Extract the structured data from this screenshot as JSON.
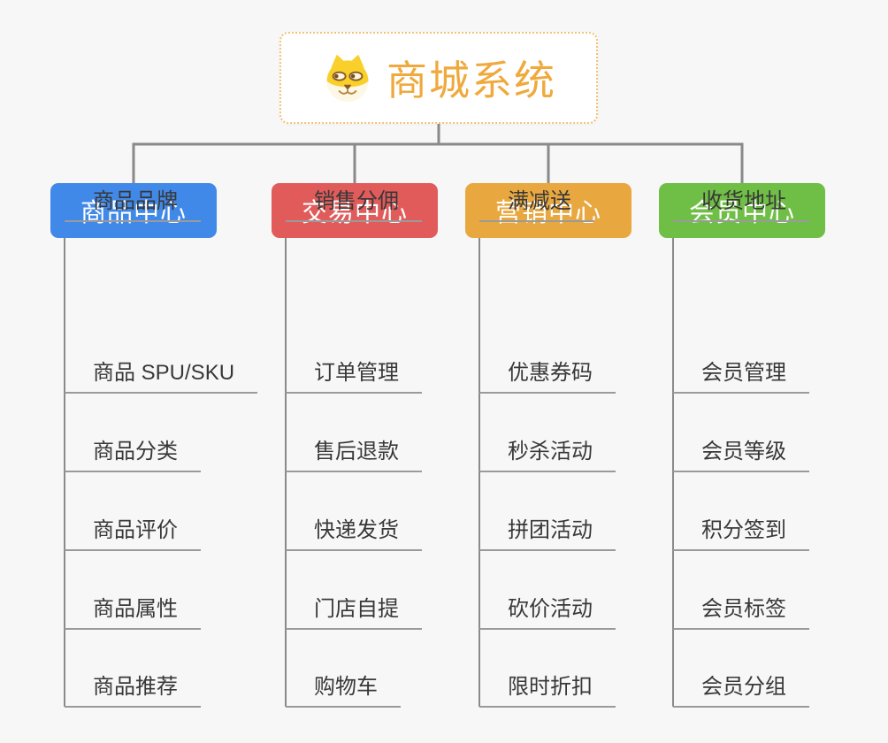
{
  "root": {
    "title": "商城系统",
    "icon": "dog-face-icon",
    "text_color": "#efa93c",
    "border_color": "#f3c274"
  },
  "connector_color": "#8a8a8a",
  "underline_color": "#9a9a9a",
  "background_color": "#f7f7f7",
  "branches": [
    {
      "label": "商品中心",
      "color": "#4189e8",
      "items": [
        "商品 SPU/SKU",
        "商品分类",
        "商品评价",
        "商品属性",
        "商品推荐",
        "商品品牌"
      ]
    },
    {
      "label": "交易中心",
      "color": "#e25b5b",
      "items": [
        "订单管理",
        "售后退款",
        "快递发货",
        "门店自提",
        "购物车",
        "销售分佣"
      ]
    },
    {
      "label": "营销中心",
      "color": "#e9a83f",
      "items": [
        "优惠券码",
        "秒杀活动",
        "拼团活动",
        "砍价活动",
        "限时折扣",
        "满减送"
      ]
    },
    {
      "label": "会员中心",
      "color": "#6fbe45",
      "items": [
        "会员管理",
        "会员等级",
        "积分签到",
        "会员标签",
        "会员分组",
        "收货地址"
      ]
    }
  ]
}
